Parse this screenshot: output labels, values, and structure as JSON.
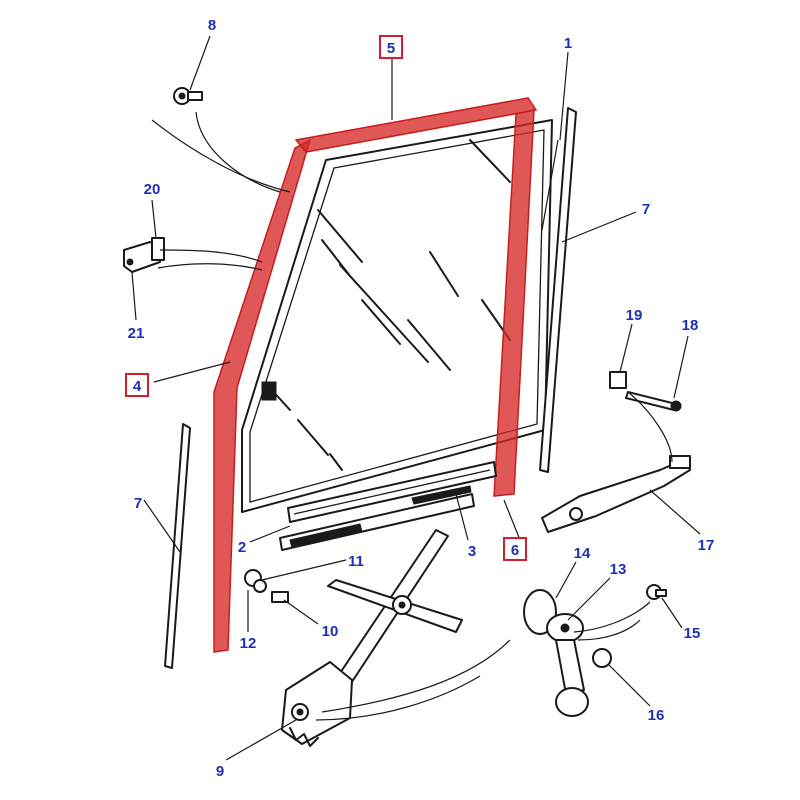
{
  "colors": {
    "label": "#1f2fb5",
    "highlight": "#d01f2a",
    "line": "#1a1a1a"
  },
  "callouts": [
    {
      "id": "1",
      "text": "1",
      "highlighted": false
    },
    {
      "id": "2",
      "text": "2",
      "highlighted": false
    },
    {
      "id": "3",
      "text": "3",
      "highlighted": false
    },
    {
      "id": "4",
      "text": "4",
      "highlighted": true
    },
    {
      "id": "5",
      "text": "5",
      "highlighted": true
    },
    {
      "id": "6",
      "text": "6",
      "highlighted": true
    },
    {
      "id": "7a",
      "text": "7",
      "highlighted": false
    },
    {
      "id": "7b",
      "text": "7",
      "highlighted": false
    },
    {
      "id": "8",
      "text": "8",
      "highlighted": false
    },
    {
      "id": "9",
      "text": "9",
      "highlighted": false
    },
    {
      "id": "10",
      "text": "10",
      "highlighted": false
    },
    {
      "id": "11",
      "text": "11",
      "highlighted": false
    },
    {
      "id": "12",
      "text": "12",
      "highlighted": false
    },
    {
      "id": "13",
      "text": "13",
      "highlighted": false
    },
    {
      "id": "14",
      "text": "14",
      "highlighted": false
    },
    {
      "id": "15",
      "text": "15",
      "highlighted": false
    },
    {
      "id": "16",
      "text": "16",
      "highlighted": false
    },
    {
      "id": "17",
      "text": "17",
      "highlighted": false
    },
    {
      "id": "18",
      "text": "18",
      "highlighted": false
    },
    {
      "id": "19",
      "text": "19",
      "highlighted": false
    },
    {
      "id": "20",
      "text": "20",
      "highlighted": false
    },
    {
      "id": "21",
      "text": "21",
      "highlighted": false
    }
  ]
}
